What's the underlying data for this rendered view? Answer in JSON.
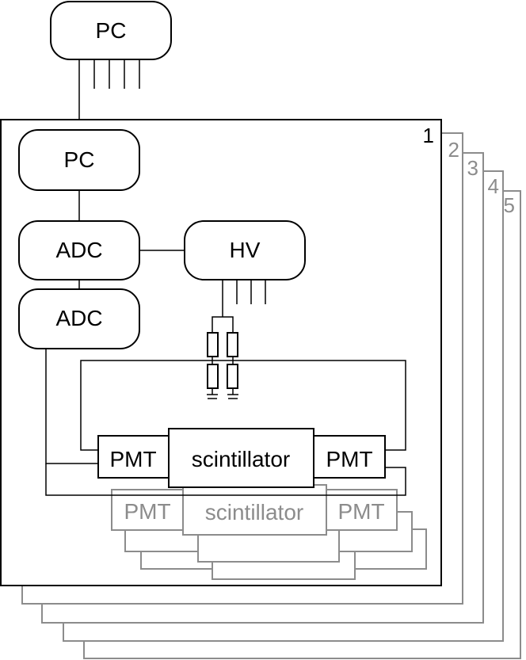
{
  "diagram": {
    "top_pc": "PC",
    "layer_numbers": [
      "1",
      "2",
      "3",
      "4",
      "5"
    ],
    "pc": "PC",
    "adc_1": "ADC",
    "adc_2": "ADC",
    "hv": "HV",
    "pmt_left": "PMT",
    "scintillator": "scintillator",
    "pmt_right": "PMT",
    "ghost_pmt_left": "PMT",
    "ghost_scintillator": "scintillator",
    "ghost_pmt_right": "PMT"
  },
  "colors": {
    "main": "#000000",
    "stacked": "#8c8c8c",
    "background": "#ffffff"
  }
}
